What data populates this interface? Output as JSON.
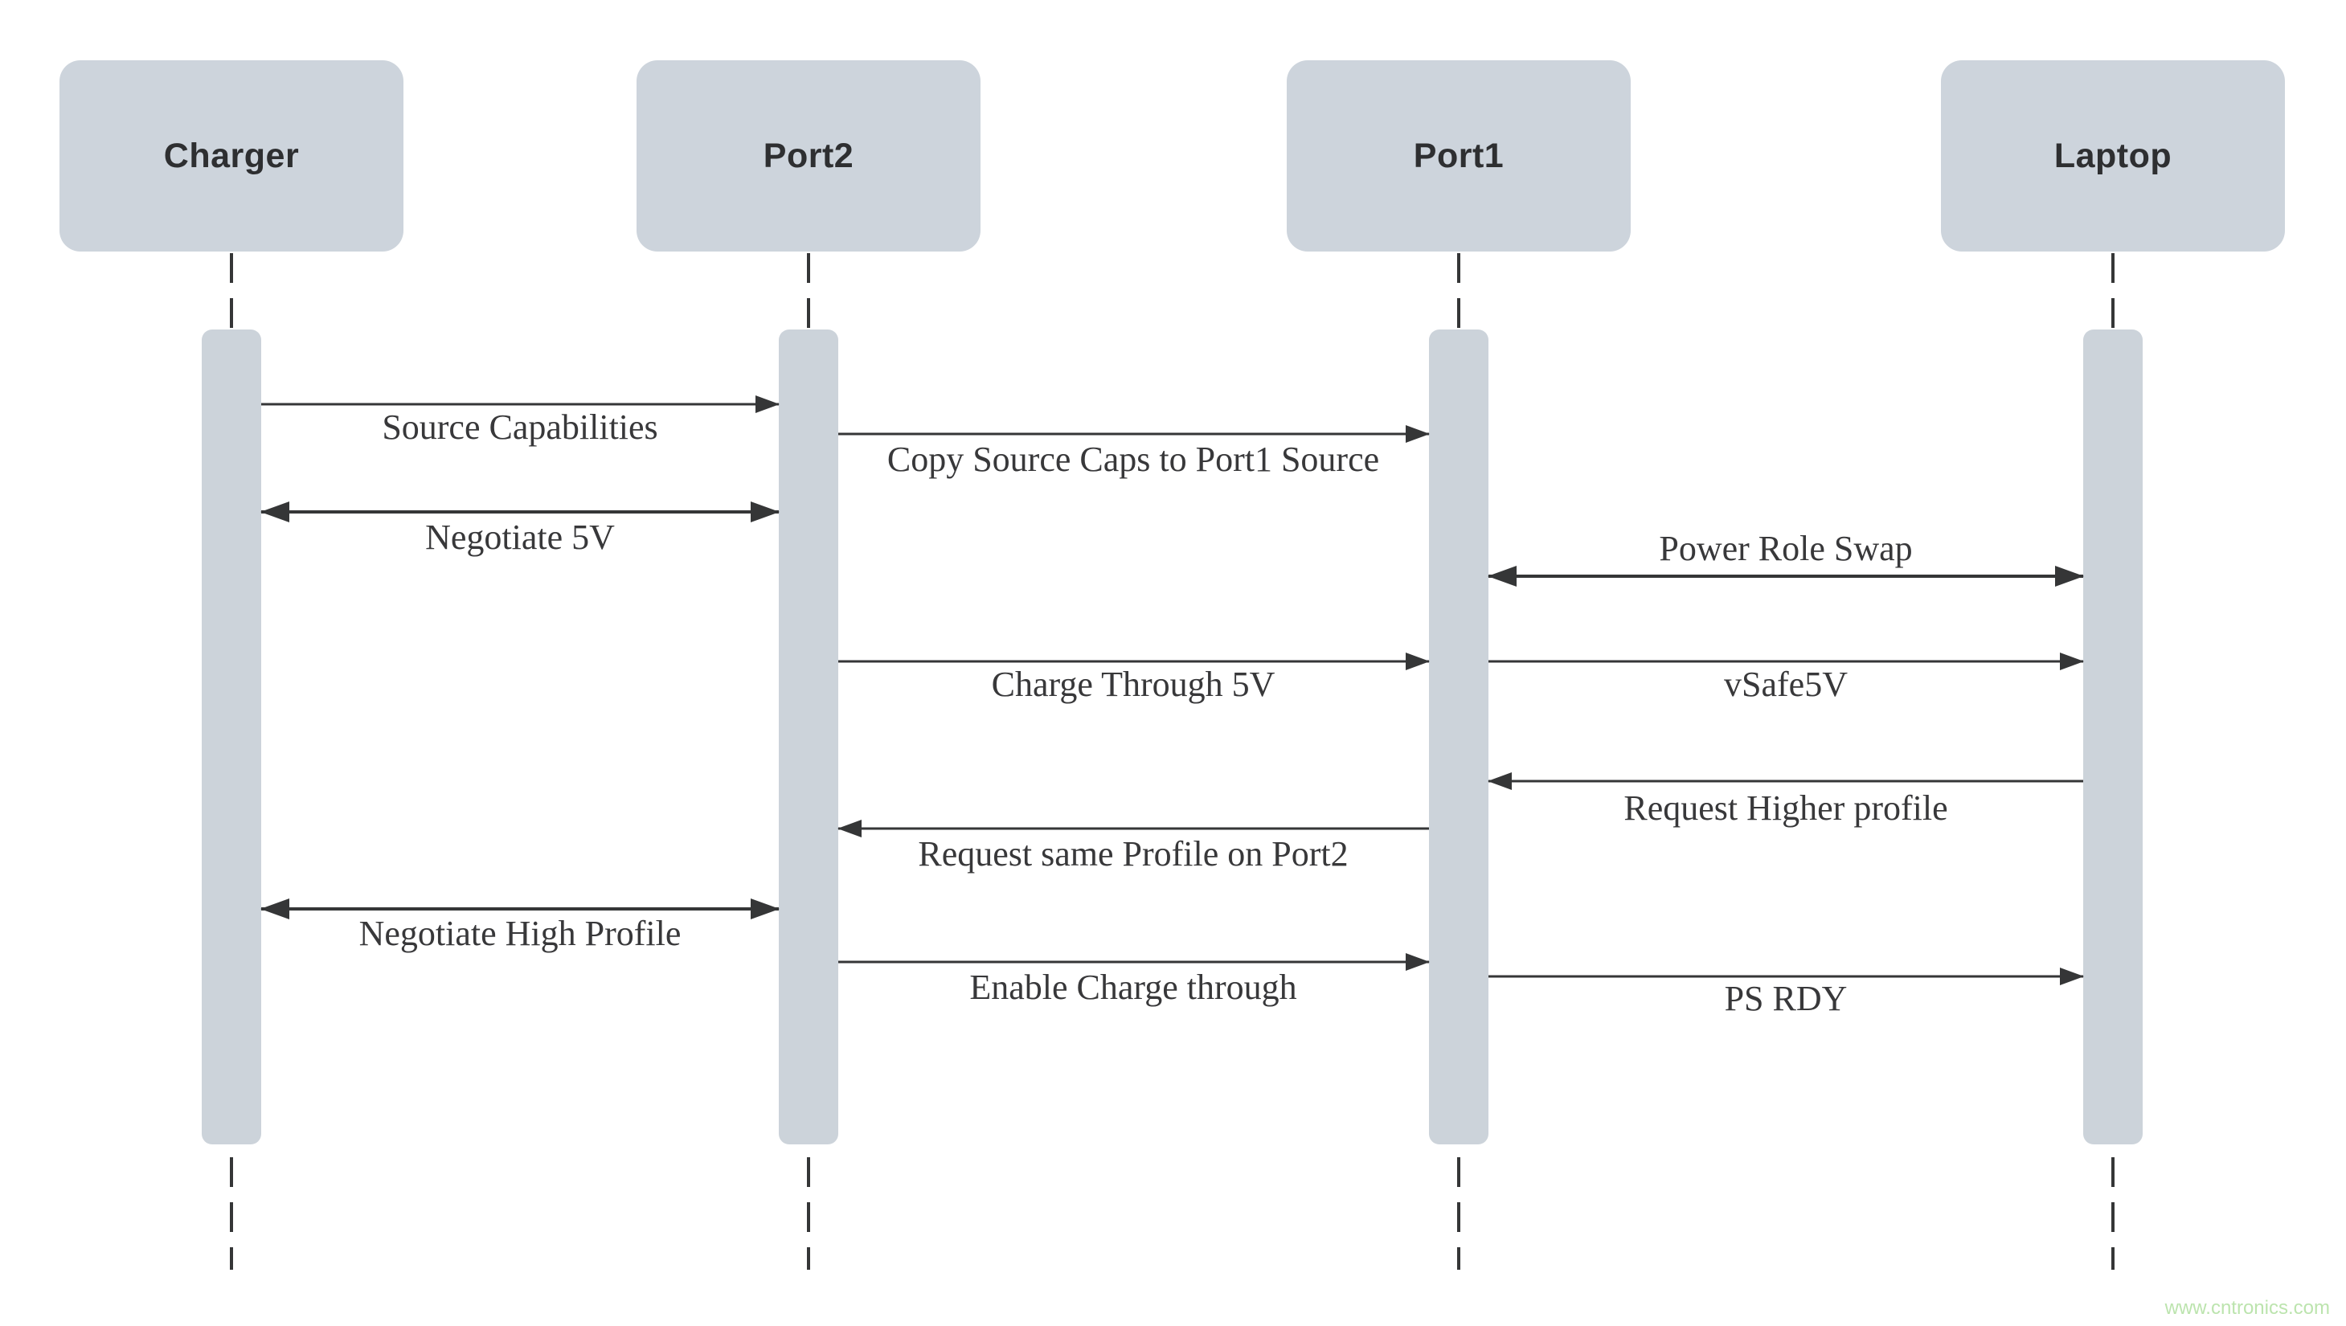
{
  "participants": [
    {
      "label": "Charger"
    },
    {
      "label": "Port2"
    },
    {
      "label": "Port1"
    },
    {
      "label": "Laptop"
    }
  ],
  "messages": [
    {
      "label": "Source Capabilities",
      "from": "Charger",
      "to": "Port2",
      "direction": "right",
      "label_position": "below"
    },
    {
      "label": "Copy Source Caps to Port1 Source",
      "from": "Port2",
      "to": "Port1",
      "direction": "right",
      "label_position": "below"
    },
    {
      "label": "Negotiate 5V",
      "from": "Charger",
      "to": "Port2",
      "direction": "both",
      "label_position": "below"
    },
    {
      "label": "Power Role Swap",
      "from": "Port1",
      "to": "Laptop",
      "direction": "both",
      "label_position": "above"
    },
    {
      "label": "Charge Through 5V",
      "from": "Port2",
      "to": "Port1",
      "direction": "right",
      "label_position": "below"
    },
    {
      "label": "vSafe5V",
      "from": "Port1",
      "to": "Laptop",
      "direction": "right",
      "label_position": "below"
    },
    {
      "label": "Request Higher profile",
      "from": "Laptop",
      "to": "Port1",
      "direction": "left",
      "label_position": "below"
    },
    {
      "label": "Request same Profile on Port2",
      "from": "Port1",
      "to": "Port2",
      "direction": "left",
      "label_position": "below"
    },
    {
      "label": "Negotiate High Profile",
      "from": "Charger",
      "to": "Port2",
      "direction": "both",
      "label_position": "below"
    },
    {
      "label": "Enable Charge through",
      "from": "Port2",
      "to": "Port1",
      "direction": "right",
      "label_position": "below"
    },
    {
      "label": "PS RDY",
      "from": "Port1",
      "to": "Laptop",
      "direction": "right",
      "label_position": "below"
    }
  ],
  "watermark": {
    "text": "www.cntronics.com"
  },
  "colors": {
    "participant_fill": "#cdd4dc",
    "activation_fill": "#ccd3da",
    "title_text": "#2e2f31",
    "message_text": "#38383a",
    "line": "#353637",
    "background": "#ffffff",
    "watermark": "#bce4ae"
  }
}
